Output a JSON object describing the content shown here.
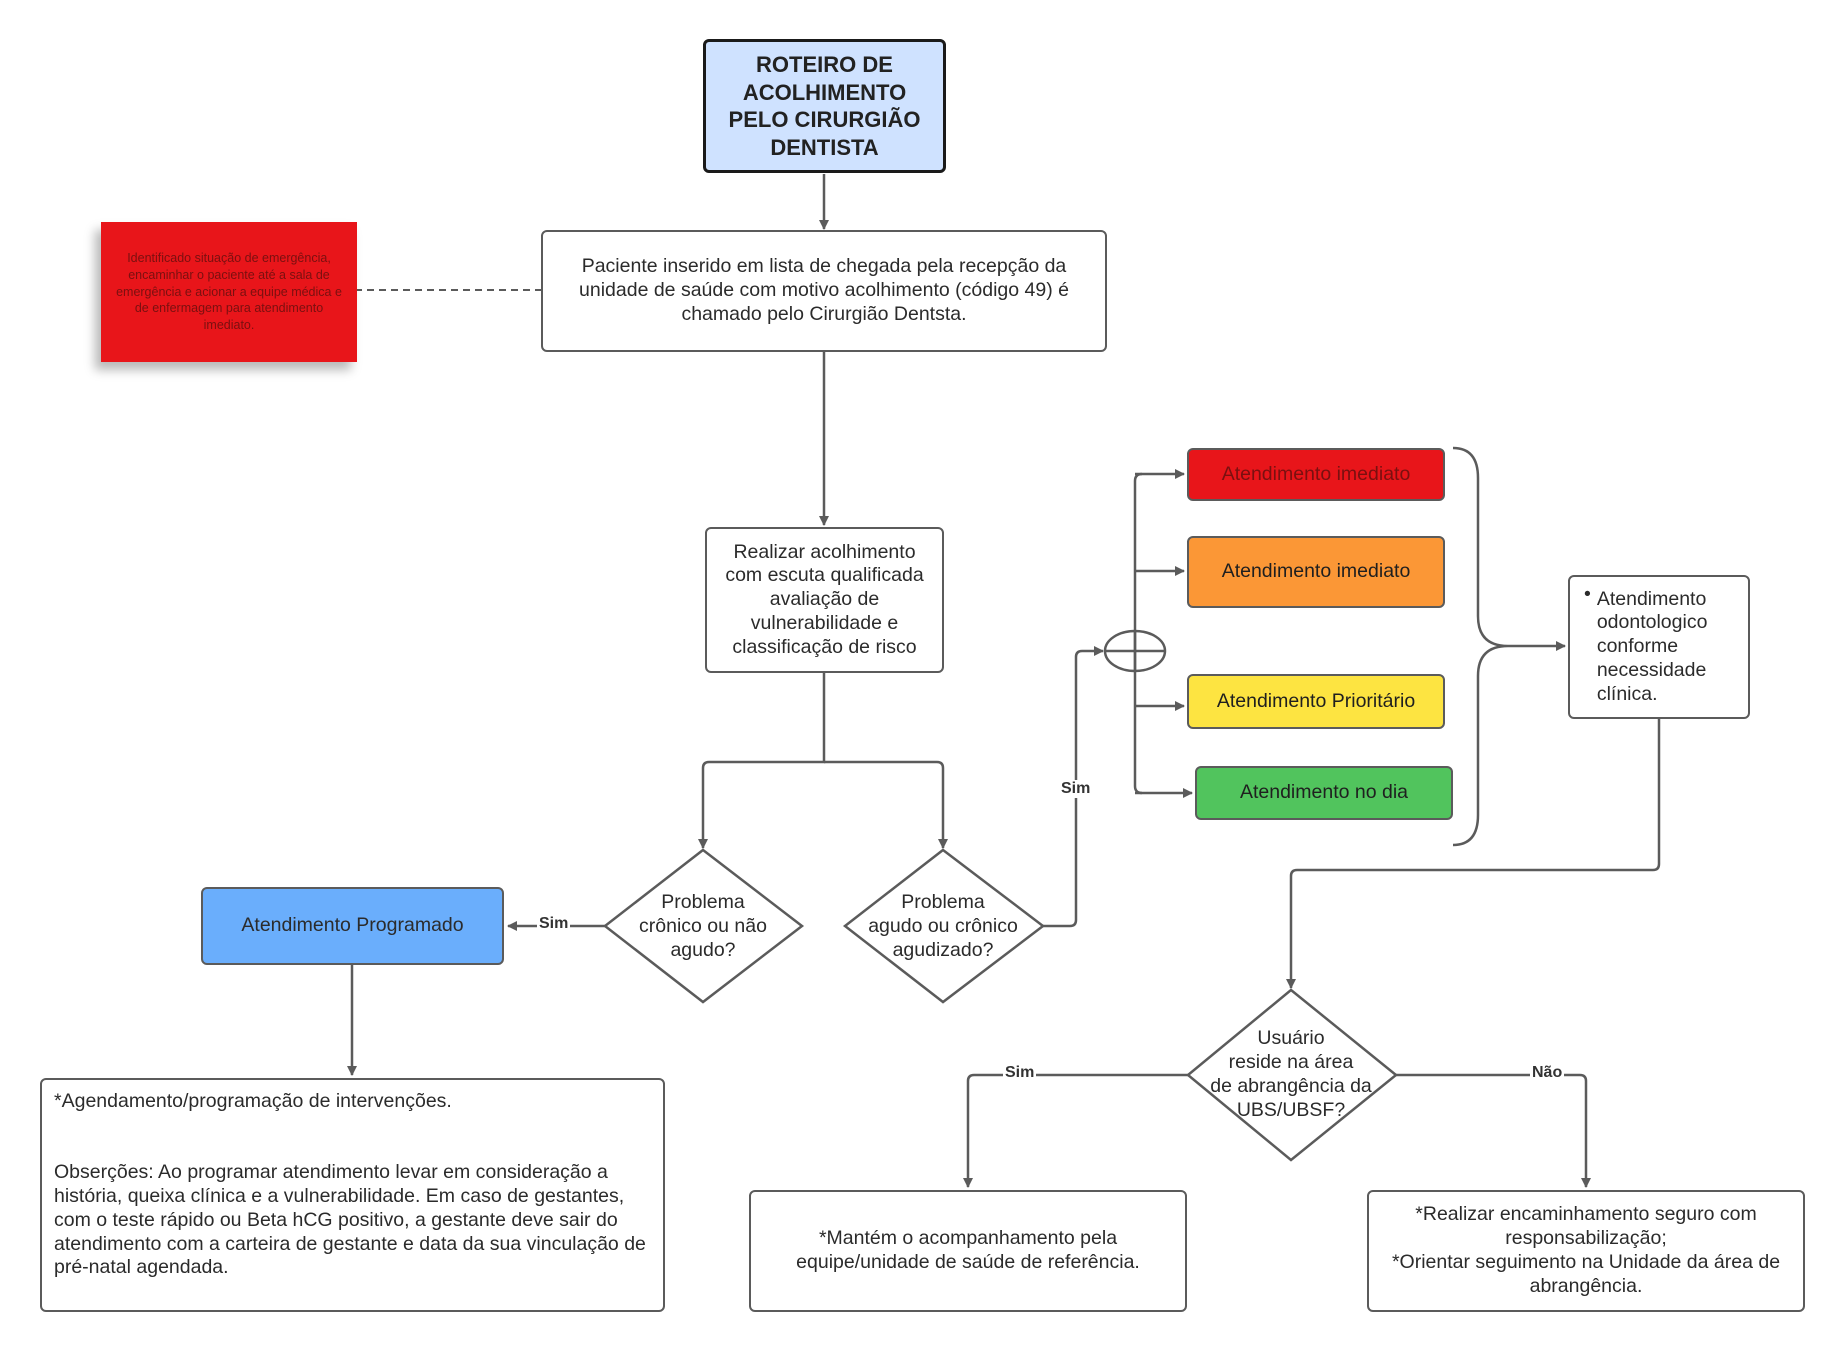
{
  "title": "ROTEIRO DE\nACOLHIMENTO\nPELO CIRURGIÃO\nDENTISTA",
  "emergency_note": "Identificado situação de emergência, encaminhar o paciente até a sala de emergência e acionar a equipe médica e de enfermagem para atendimento imediato.",
  "arrival": "Paciente inserido em lista de chegada pela recepção da\nunidade de saúde com motivo acolhimento (código 49) é\nchamado pelo Cirurgião Dentsta.",
  "reception": "Realizar acolhimento\ncom escuta qualificada\navaliação de\nvulnerabilidade e\nclassificação de risco",
  "decisions": {
    "chronic": "Problema\ncrônico ou não\nagudo?",
    "acute": "Problema\nagudo ou crônico\nagudizado?",
    "area": "Usuário\nreside na área\nde abrangência da\nUBS/UBSF?"
  },
  "scheduled": "Atendimento Programado",
  "scheduled_notes": "*Agendamento/programação de intervenções.\n\n\nObserções: Ao programar atendimento levar em consideração a\nhistória, queixa clínica e a vulnerabilidade. Em caso de gestantes,\ncom o teste rápido ou Beta hCG positivo, a gestante deve sair do\natendimento com a carteira de gestante e data da sua vinculação de\npré-natal agendada.",
  "triage": [
    {
      "label": "Atendimento imediato",
      "color": "#e8151a",
      "text_color": "#7a1010"
    },
    {
      "label": "Atendimento imediato",
      "color": "#fb9736",
      "text_color": "#1f1f1f"
    },
    {
      "label": "Atendimento Prioritário",
      "color": "#fde441",
      "text_color": "#1f1f1f"
    },
    {
      "label": "Atendimento no dia",
      "color": "#51c45d",
      "text_color": "#1f1f1f"
    }
  ],
  "dental_care": {
    "bullet": "•",
    "text": "Atendimento\nodontologico\nconforme\nnecessidade\nclínica."
  },
  "stay_local": "*Mantém o acompanhamento pela\nequipe/unidade de saúde de referência.",
  "refer": "*Realizar encaminhamento seguro com\nresponsabilização;\n*Orientar seguimento na Unidade da área de\nabrangência.",
  "edge_labels": {
    "sim_chronic": "Sim",
    "sim_acute": "Sim",
    "sim_area": "Sim",
    "nao_area": "Não"
  },
  "colors": {
    "title_fill": "#cfe2ff",
    "scheduled_fill": "#6aaefc",
    "line": "#5b5b5b"
  }
}
